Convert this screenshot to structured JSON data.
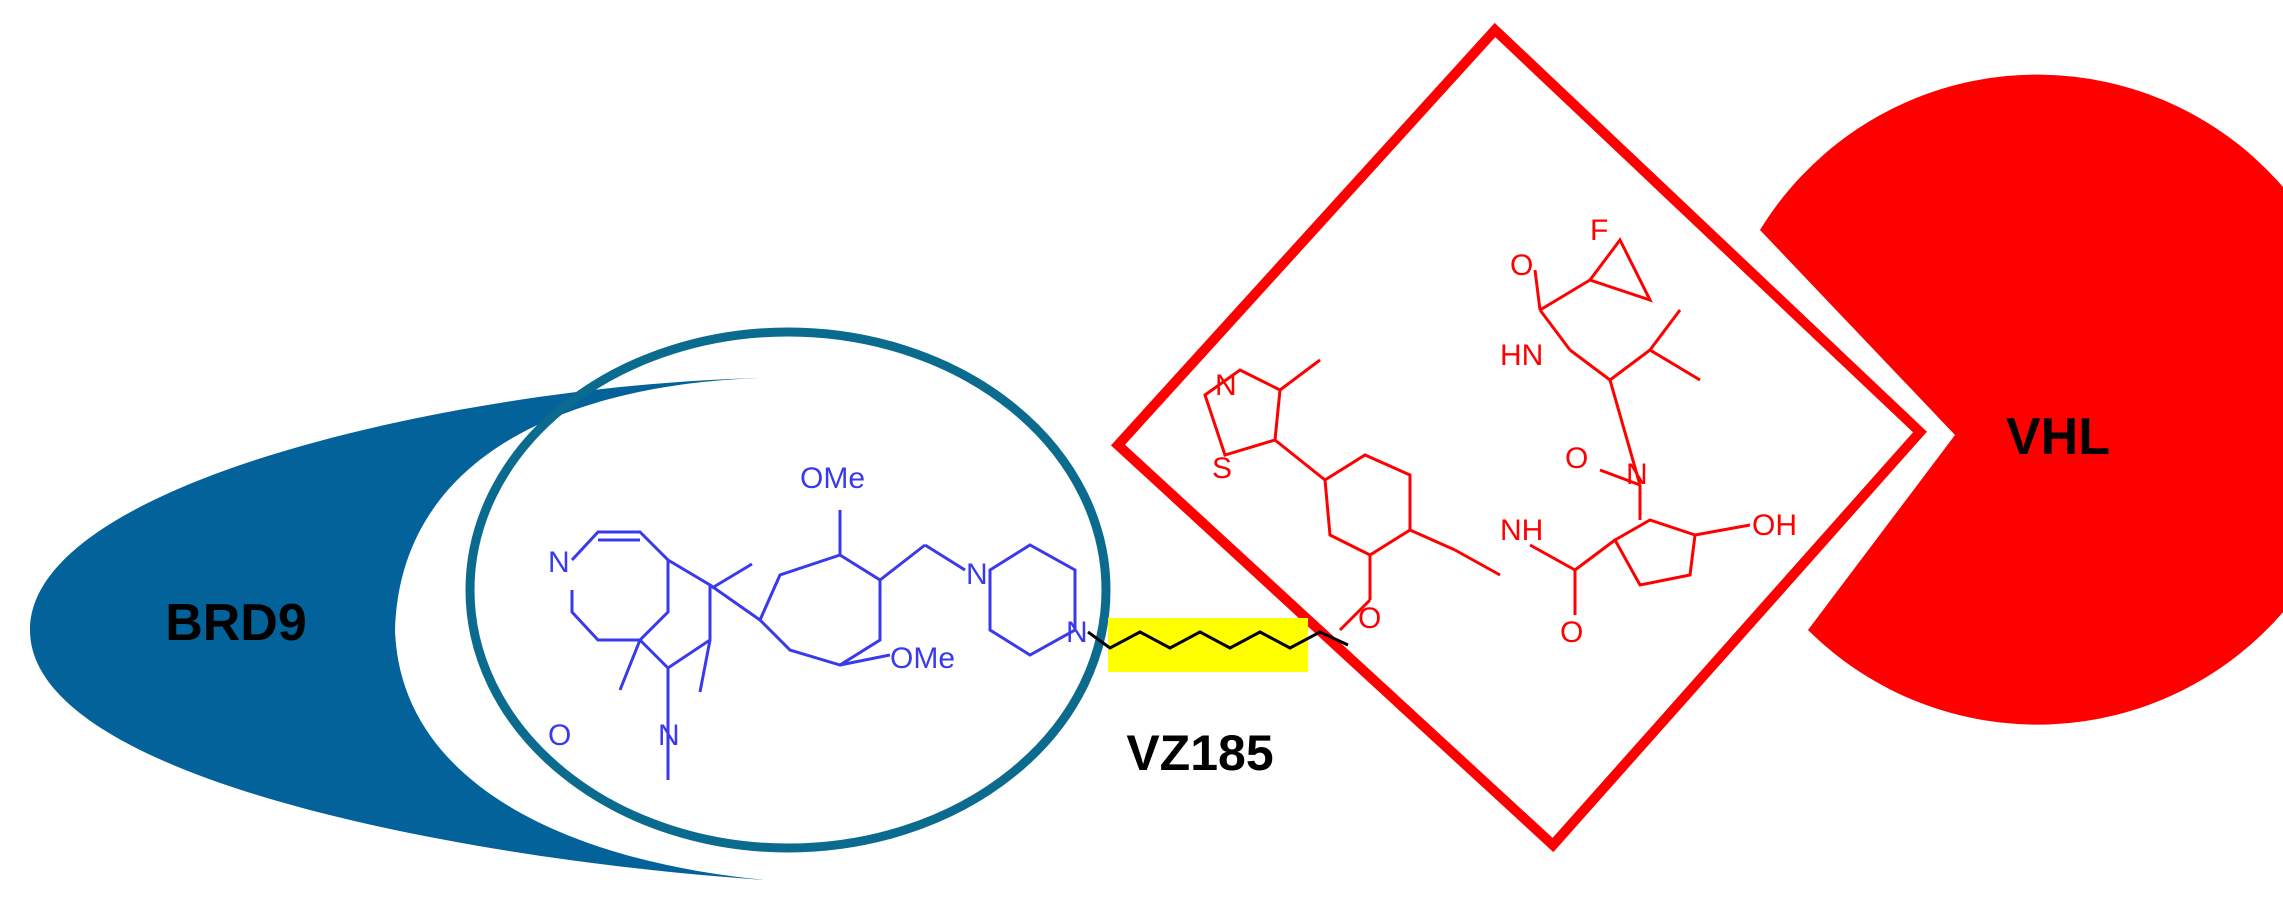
{
  "labels": {
    "protein_left": "BRD9",
    "protein_right": "VHL",
    "compound": "VZ185"
  },
  "atoms": {
    "ome_top": "OMe",
    "ome_bottom": "OMe",
    "n_pyridine": "N",
    "n_lactam": "N",
    "o_lactam": "O",
    "n_pip1": "N",
    "n_pip2": "N",
    "n_thiazole": "N",
    "s_thiazole": "S",
    "o_ether": "O",
    "nh_amide1": "NH",
    "o_amide1": "O",
    "n_pyrrolidine": "N",
    "oh": "OH",
    "o_amide2": "O",
    "hn_amide": "HN",
    "o_amide3": "O",
    "f": "F"
  },
  "colors": {
    "brd9_shape": "#04629a",
    "brd9_ring": "#0b6b8f",
    "brd9_ligand": "#3a3aec",
    "vhl": "#ff0000",
    "linker_highlight": "#ffff00",
    "linker": "#000000"
  }
}
